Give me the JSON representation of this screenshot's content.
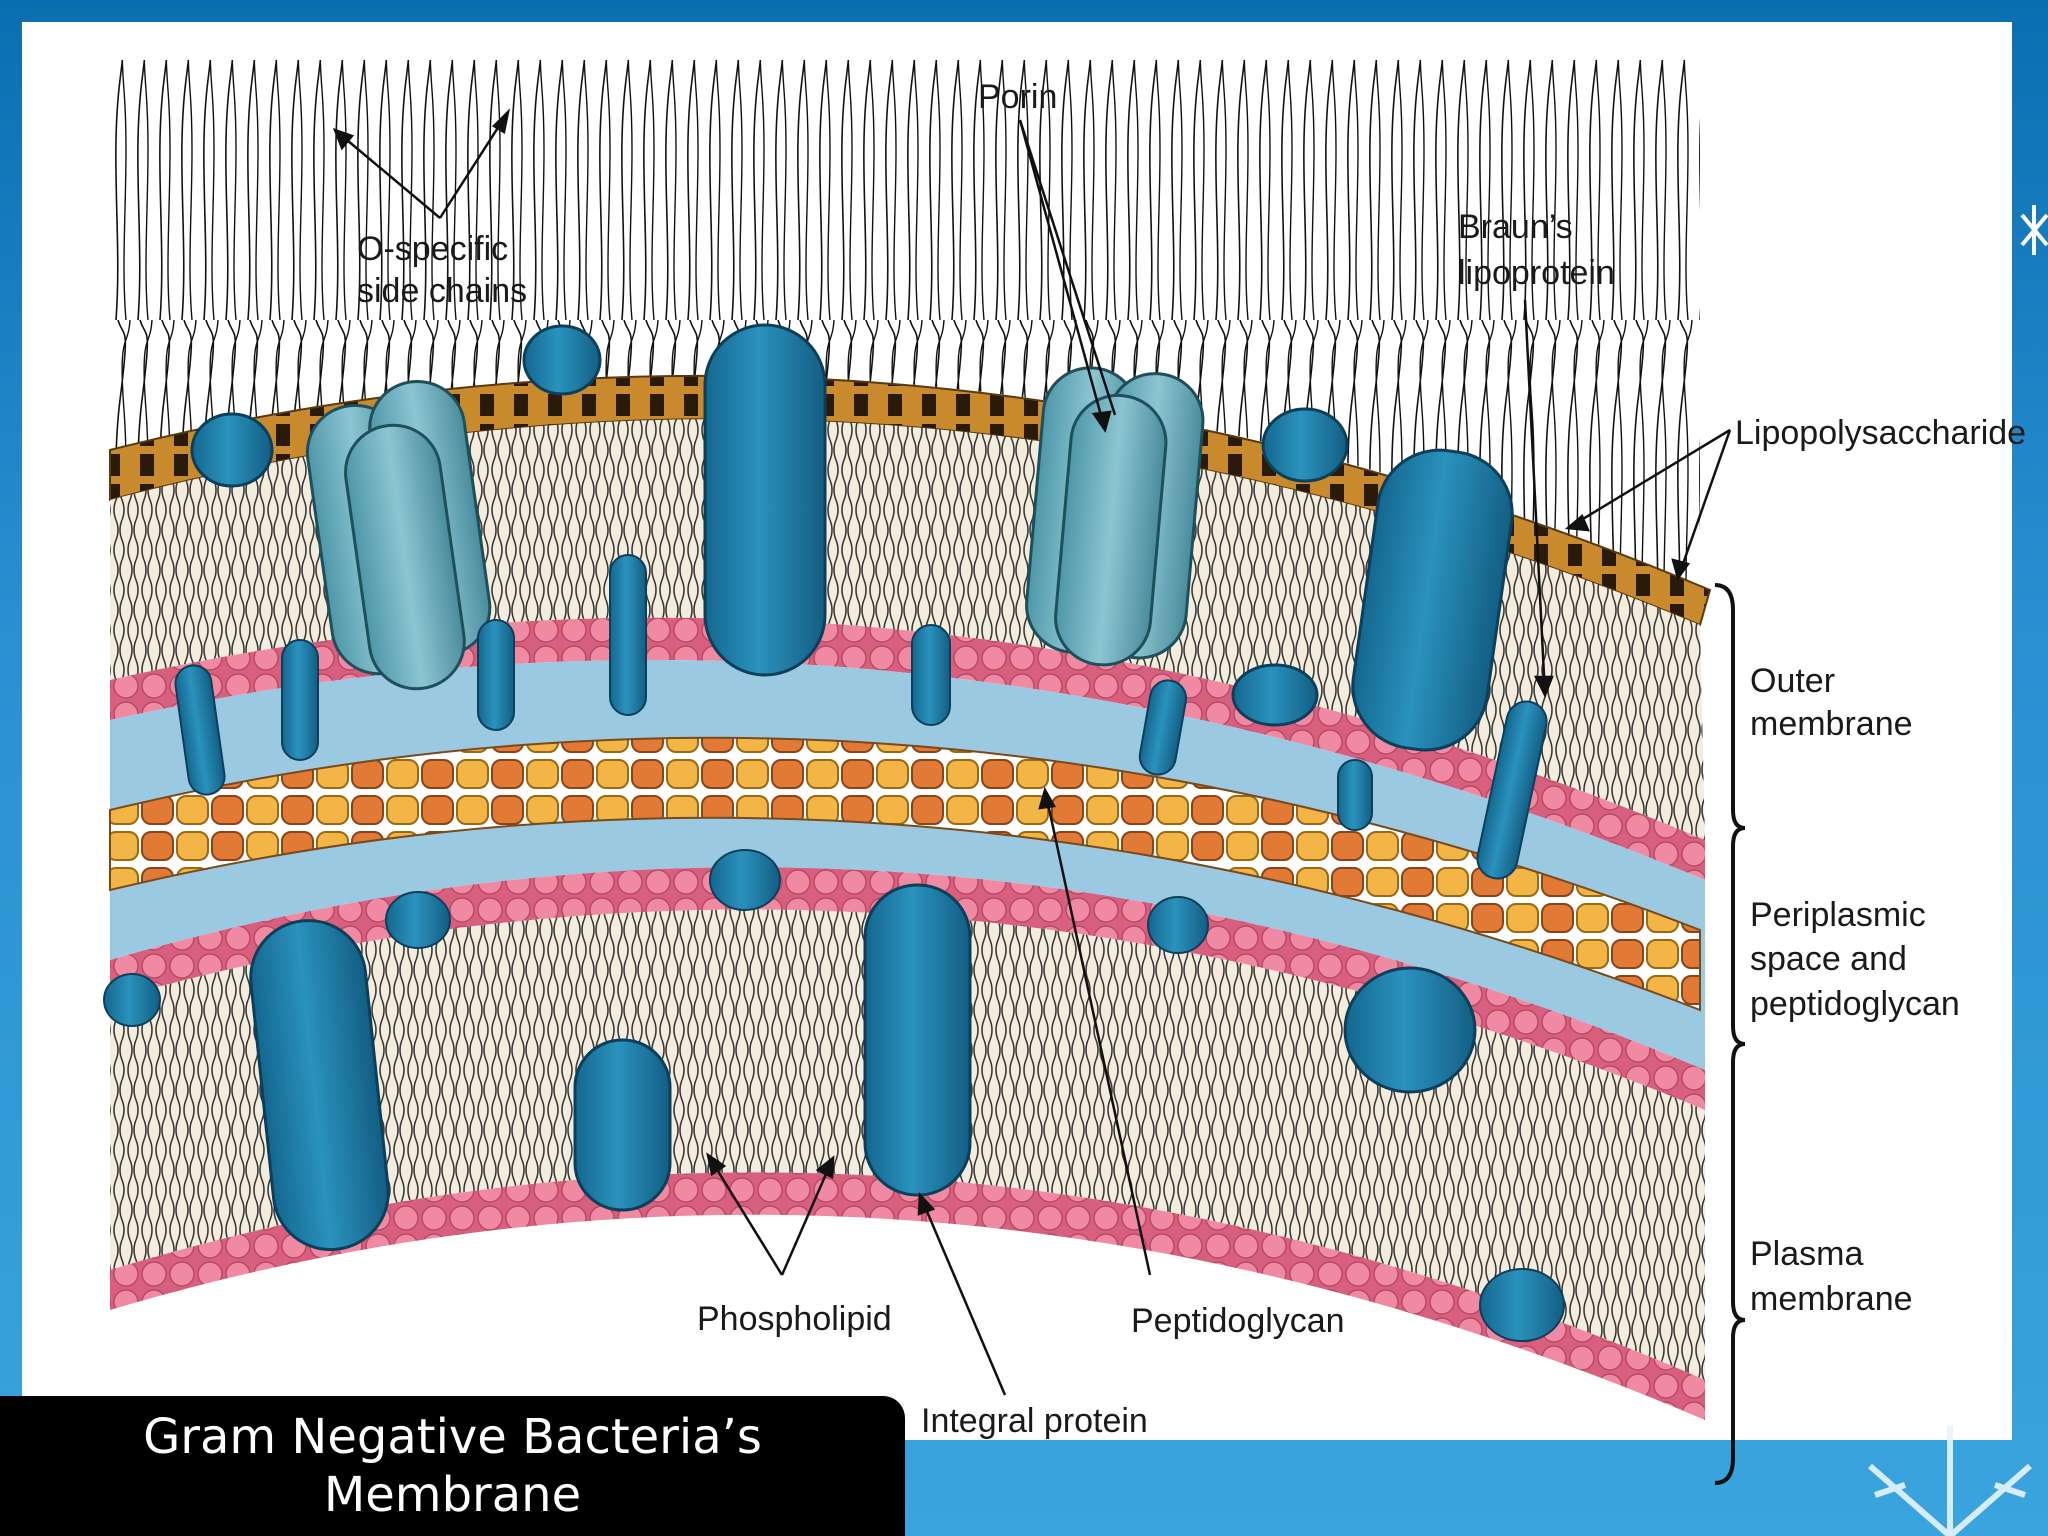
{
  "slide": {
    "title": "Gram Negative Bacteria’s Membrane"
  },
  "diagram": {
    "labels": {
      "o_specific_line1": "O-specific",
      "o_specific_line2": "side chains",
      "porin": "Porin",
      "brauns_line1": "Braun’s",
      "brauns_line2": "lipoprotein",
      "lipopolysaccharide": "Lipopolysaccharide",
      "outer_line1": "Outer",
      "outer_line2": "membrane",
      "periplasmic_line1": "Periplasmic",
      "periplasmic_line2": "space and",
      "periplasmic_line3": "peptidoglycan",
      "plasma_line1": "Plasma",
      "plasma_line2": "membrane",
      "phospholipid": "Phospholipid",
      "peptidoglycan": "Peptidoglycan",
      "integral_protein": "Integral protein"
    },
    "colors": {
      "background_frame": "#1e7fc0",
      "panel": "#ffffff",
      "membrane_tails": "#f3ecdc",
      "phospholipid_heads": "#e8728c",
      "lps_brown": "#c98a2e",
      "protein_dark_blue": "#1f7fa8",
      "porin_teal": "#6fb3c2",
      "periplasm_blue": "#9cc9e2",
      "peptidoglycan_orange": "#e07a35",
      "peptidoglycan_yellow": "#f3b545"
    }
  }
}
